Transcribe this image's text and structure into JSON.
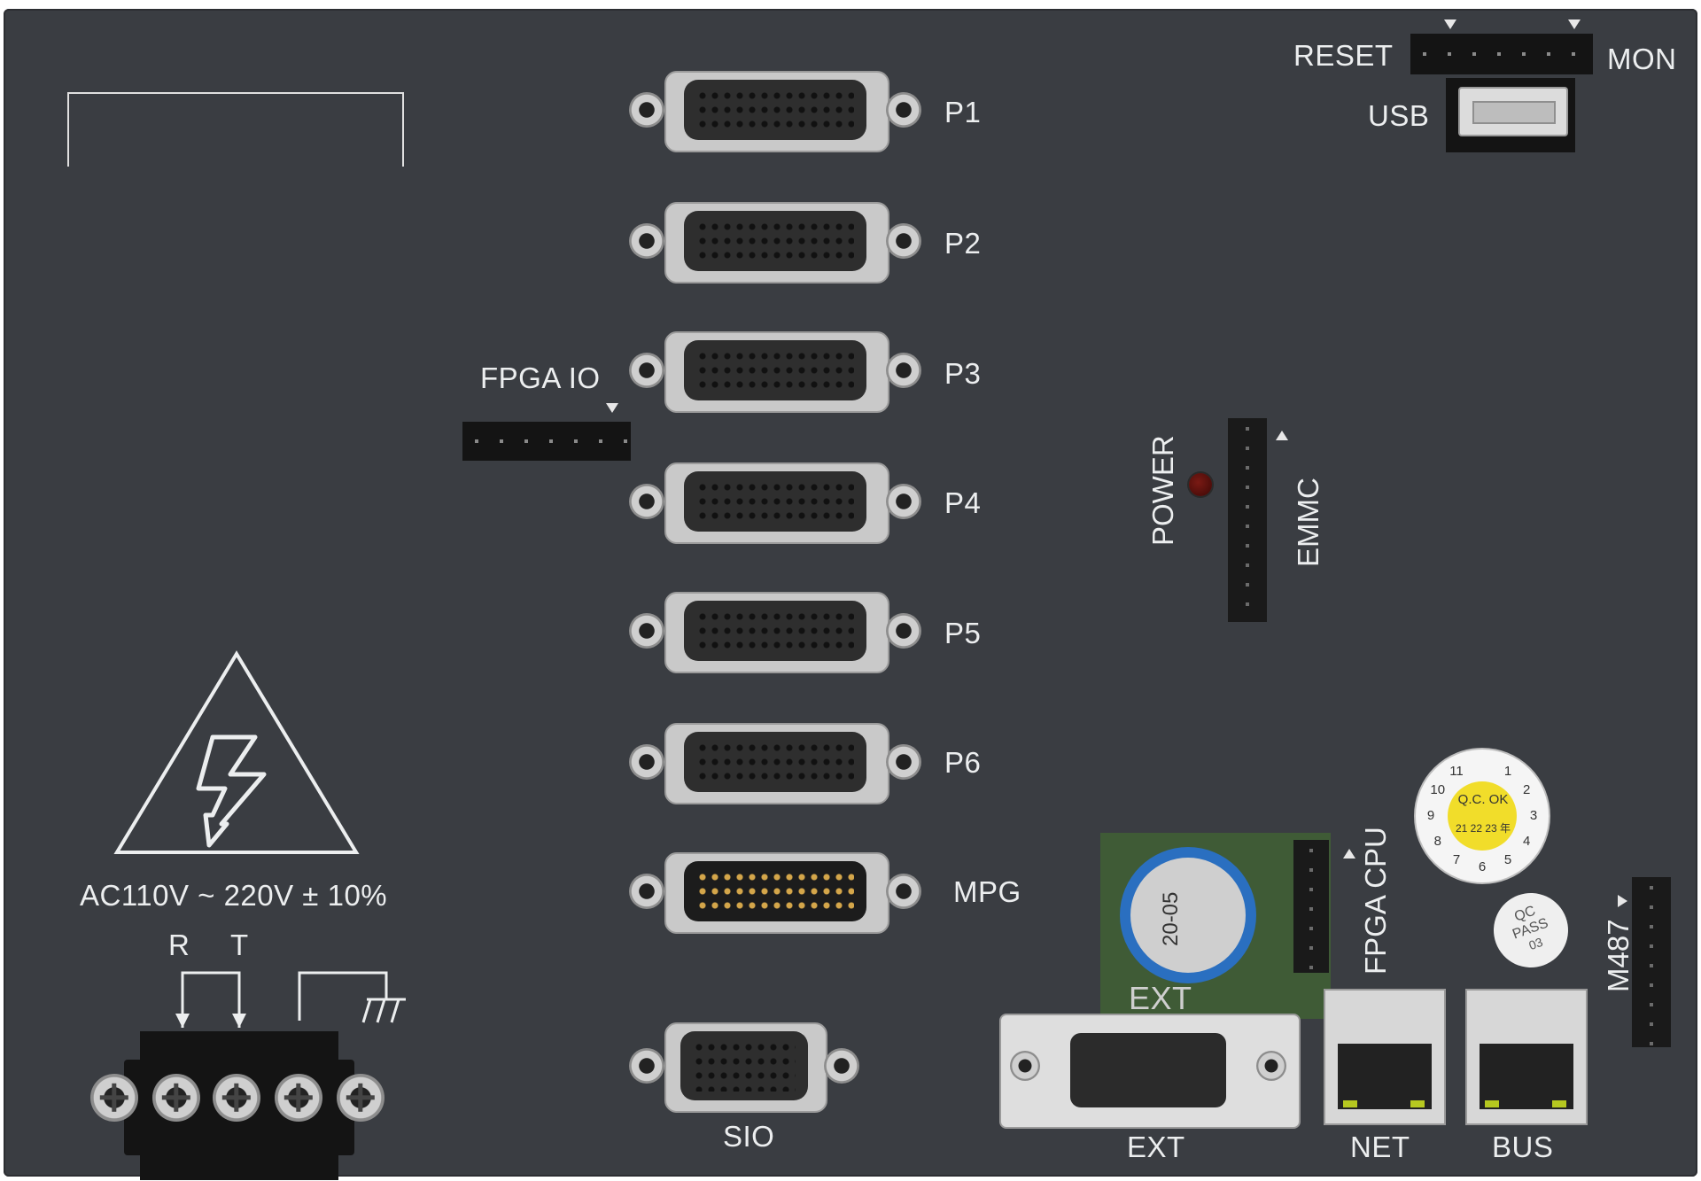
{
  "connectors": {
    "p1": "P1",
    "p2": "P2",
    "p3": "P3",
    "p4": "P4",
    "p5": "P5",
    "p6": "P6",
    "mpg": "MPG",
    "sio": "SIO",
    "ext": "EXT",
    "net": "NET",
    "bus": "BUS"
  },
  "headers": {
    "reset": "RESET",
    "mon": "MON",
    "usb": "USB",
    "fpga_io": "FPGA  IO",
    "emmc": "EMMC",
    "fpga_cpu": "FPGA CPU",
    "m487": "M487"
  },
  "indicators": {
    "power": "POWER"
  },
  "power_input": {
    "rating": "AC110V ~ 220V ± 10%",
    "terminal_r": "R",
    "terminal_t": "T"
  },
  "board": {
    "ext_silkscreen": "EXT",
    "battery_marking": "20-05"
  },
  "stickers": {
    "qc_dial_label": "Q.C. OK",
    "qc_dial_numbers": [
      "1",
      "2",
      "3",
      "4",
      "5",
      "6",
      "7",
      "8",
      "9",
      "10",
      "11"
    ],
    "qc_dial_year": "21 22 23 年",
    "qc_pass_line1": "QC",
    "qc_pass_line2": "PASS",
    "qc_pass_line3": "03"
  },
  "icons": [
    "high-voltage-warning-icon",
    "ground-icon",
    "terminal-screw-icon"
  ],
  "colors": {
    "panel": "#3a3d42",
    "label": "#eceeef",
    "led": "#7a1a14",
    "battery": "#2a6fc0"
  }
}
